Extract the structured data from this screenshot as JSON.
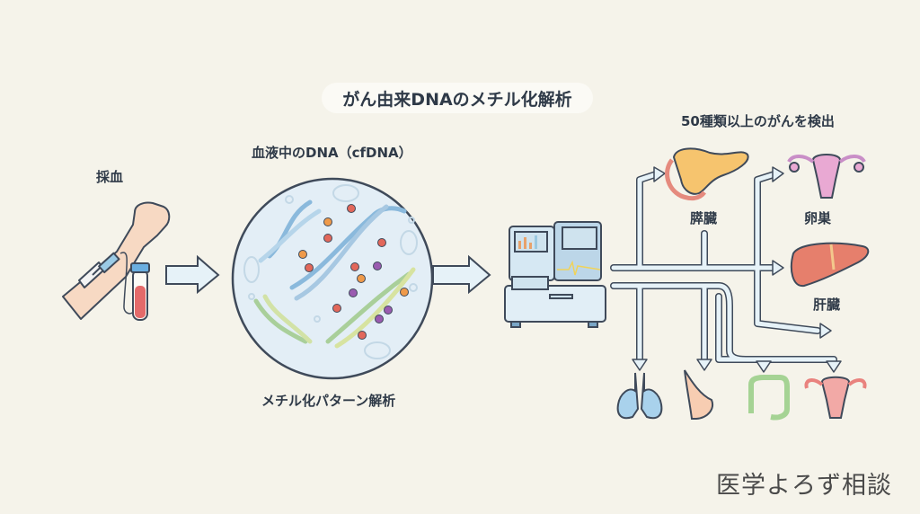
{
  "title": "がん由来DNAのメチル化解析",
  "steps": {
    "blood_draw": "採血",
    "cfdna": "血液中のDNA（cfDNA）",
    "methylation": "メチル化パターン解析",
    "detection": "50種類以上のがんを検出"
  },
  "organs": {
    "pancreas": "膵臓",
    "ovary": "卵巣",
    "liver": "肝臓",
    "lung": "",
    "breast": "",
    "colon": "",
    "uterus": ""
  },
  "watermark": "医学よろず相談",
  "colors": {
    "background": "#f5f3ea",
    "outline": "#3f4a5a",
    "arrow_fill": "#e6f2f8",
    "dna_blue": "#8ab9dc",
    "dna_green": "#a9cf9a",
    "methyl_red": "#e2675a",
    "methyl_orange": "#ef9a4a",
    "methyl_purple": "#9a5bb0"
  }
}
